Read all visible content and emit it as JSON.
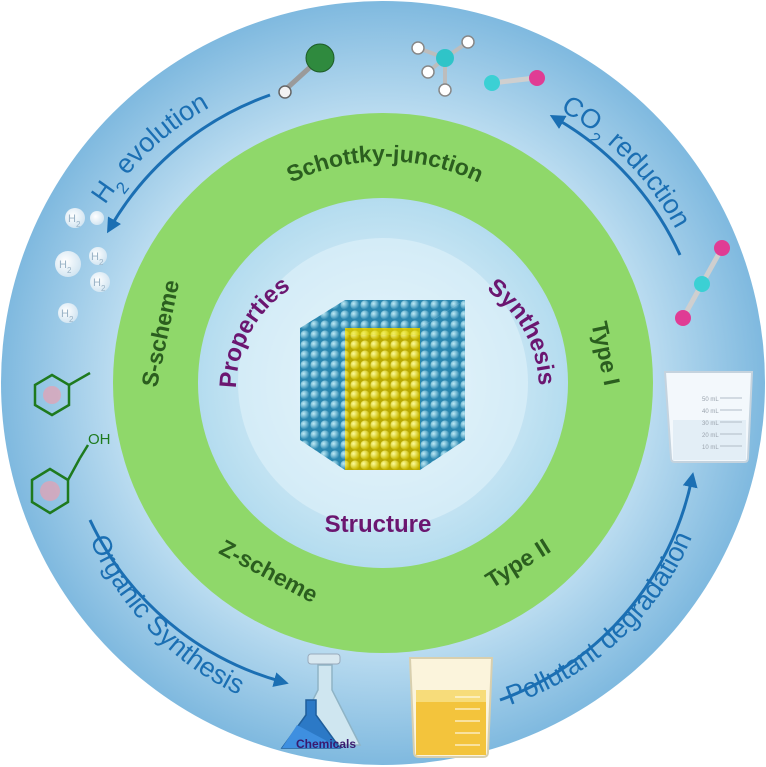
{
  "outer_ring": {
    "h2_evolution": {
      "main": "H",
      "sub": "2",
      "rest": " evolution"
    },
    "co2_reduction": {
      "main": "CO",
      "sub": "2",
      "rest": " reduction"
    },
    "organic_synthesis": "Organic Synthesis",
    "pollutant_degradation": "Pollutant degradation"
  },
  "middle_ring": {
    "schottky_junction": "Schottky-junction",
    "s_scheme": "S-scheme",
    "type_i": "Type I",
    "z_scheme": "Z-scheme",
    "type_ii": "Type II"
  },
  "inner_ring": {
    "properties": "Properties",
    "synthesis": "Synthesis",
    "structure": "Structure"
  },
  "decorations": {
    "h2_label": "H",
    "h2_sub": "2",
    "oh_label": "OH",
    "chemicals_label": "Chemicals",
    "beaker_marks": [
      "50 mL",
      "40 mL",
      "30 mL",
      "20 mL",
      "10 mL"
    ]
  },
  "colors": {
    "outer_ring": "#a9d4ec",
    "green_ring": "#8fd86a",
    "inner_disc": "#c7e8f5",
    "blue_text": "#1b6fb3",
    "green_text": "#2b5e1f",
    "purple_text": "#6b1670",
    "cube_blue": "#3aa0c4",
    "cube_yellow": "#e4e21a"
  }
}
